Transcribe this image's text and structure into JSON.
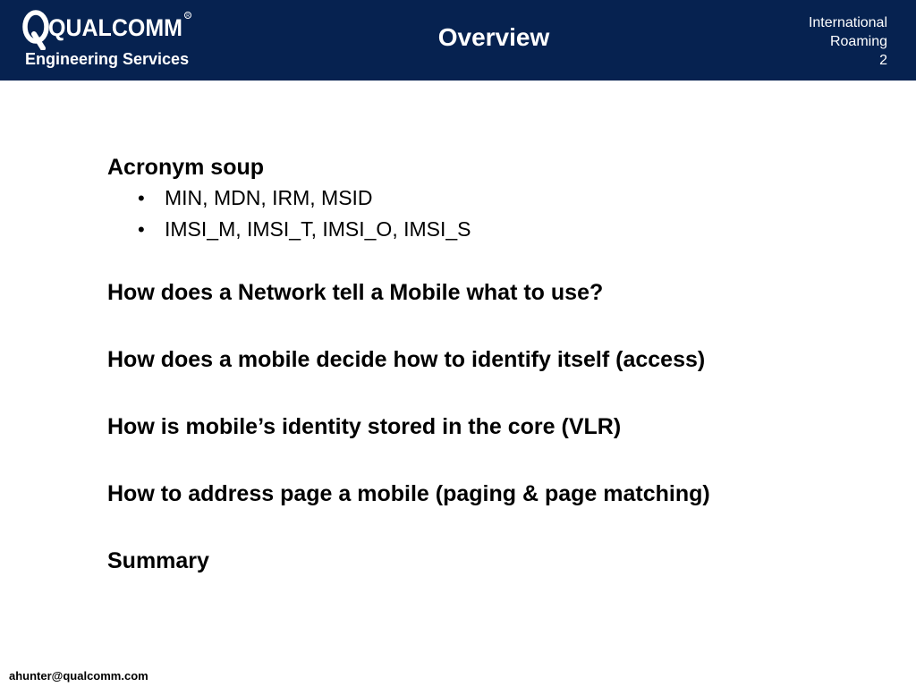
{
  "header": {
    "logo_text": "QUALCOMM",
    "logo_sub": "Engineering Services",
    "title": "Overview",
    "right_line1": "International",
    "right_line2": "Roaming",
    "page_number": "2",
    "background_color": "#062250"
  },
  "content": {
    "heading1": "Acronym soup",
    "bullets": [
      "MIN, MDN, IRM, MSID",
      "IMSI_M, IMSI_T, IMSI_O, IMSI_S"
    ],
    "heading2": "How does a Network tell a Mobile what to use?",
    "heading3": "How does a mobile decide how to identify itself (access)",
    "heading4": "How is mobile’s identity stored in the core (VLR)",
    "heading5": "How to address page a mobile (paging & page matching)",
    "heading6": "Summary"
  },
  "footer": {
    "email": "ahunter@qualcomm.com"
  }
}
